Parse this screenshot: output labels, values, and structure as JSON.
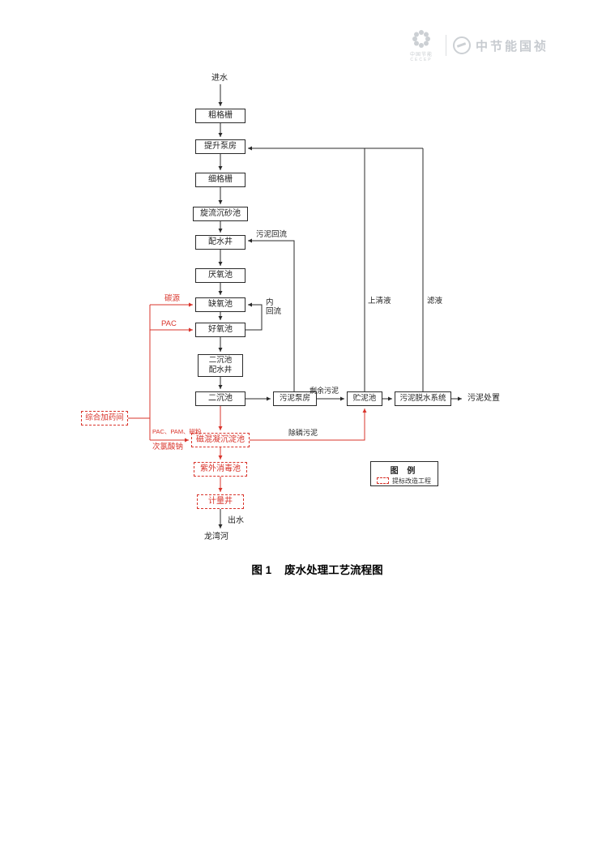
{
  "colors": {
    "line": "#2a2a2a",
    "red": "#d9342b",
    "logo_gray": "#c9cdd1"
  },
  "logo": {
    "cn": "中国节能",
    "en": "CECEP",
    "brand": "中节能国祯"
  },
  "flow": {
    "influent": "进水",
    "nodes": {
      "coarse_screen": "粗格栅",
      "lift_pump": "提升泵房",
      "fine_screen": "细格栅",
      "grit_chamber": "旋流沉砂池",
      "dist_well": "配水井",
      "anaerobic": "厌氧池",
      "anoxic": "缺氧池",
      "aerobic": "好氧池",
      "sec_dist_line1": "二沉池",
      "sec_dist_line2": "配水井",
      "secondary_clarifier": "二沉池",
      "mag_coagulation": "磁混凝沉淀池",
      "uv_disinfection": "紫外消毒池",
      "metering_well": "计量井",
      "dosing_room": "综合加药间",
      "sludge_pump": "污泥泵房",
      "sludge_storage": "贮泥池",
      "dewatering": "污泥脱水系统"
    },
    "labels": {
      "sludge_return": "污泥回流",
      "internal_line1": "内",
      "internal_line2": "回流",
      "carbon_source": "碳源",
      "pac": "PAC",
      "dosing_chems": "PAC、PAM、磁粉",
      "naclo": "次氯酸钠",
      "excess_sludge": "剩余污泥",
      "p_removal_sludge": "除磷污泥",
      "supernatant": "上清液",
      "filtrate": "滤液",
      "sludge_disposal": "污泥处置",
      "effluent": "出水",
      "river": "龙湾河"
    },
    "legend": {
      "title": "图  例",
      "item": "提标改造工程"
    }
  },
  "caption": {
    "fig": "图 1",
    "title": "废水处理工艺流程图"
  }
}
